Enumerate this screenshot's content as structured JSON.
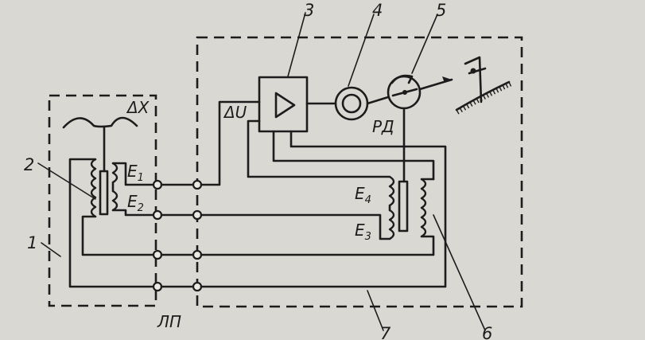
{
  "labels": {
    "delta_x": "ΔX",
    "delta_u": "ΔU",
    "rd": "РД",
    "lp": "ЛП",
    "e1": "E",
    "e1_sub": "1",
    "e2": "E",
    "e2_sub": "2",
    "e3": "E",
    "e3_sub": "3",
    "e4": "E",
    "e4_sub": "4"
  },
  "callouts": [
    "1",
    "2",
    "3",
    "4",
    "5",
    "6",
    "7"
  ],
  "colors": {
    "ink": "#1c1c1c",
    "paper": "#d9d8d3"
  }
}
